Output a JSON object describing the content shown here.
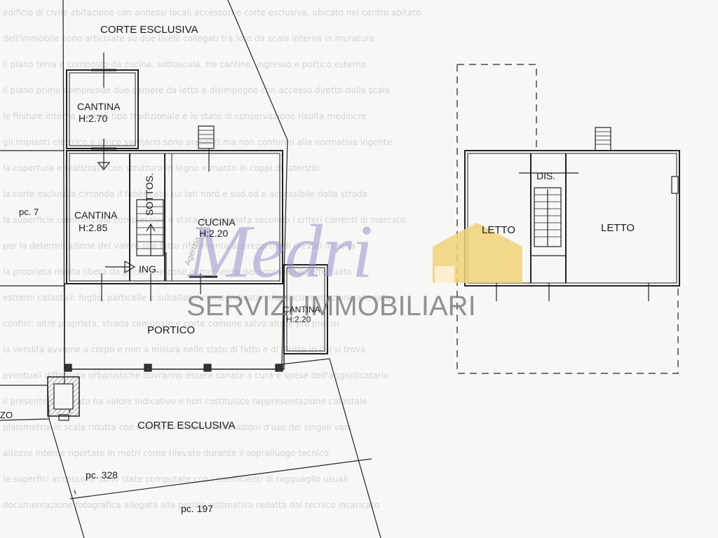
{
  "background_text_lines": [
    "edificio di civile abitazione con annessi locali accessori e corte esclusiva, ubicato nel centro abitato",
    "dell'immobile sono articolate su due livelli collegati tra loro da scala interna in muratura",
    "il piano terra e composto da cucina, sottoscala, tre cantine, ingresso e portico esterno",
    "il piano primo comprende due camere da letto e disimpegno con accesso diretto dalla scala",
    "le finiture interne sono di tipo tradizionale e lo stato di conservazione risulta mediocre",
    "gli impianti elettrico e idrico sanitario sono presenti ma non conformi alla normativa vigente",
    "la copertura e realizzata con struttura in legno e manto in coppi di laterizio",
    "la corte esclusiva circonda il fabbricato sui lati nord e sud ed e accessibile dalla strada",
    "la superficie commerciale complessiva e stata determinata secondo i criteri correnti di mercato",
    "per la determinazione del valore si e fatto riferimento ai prezzi medi rilevati in zona",
    "la proprieta risulta libera da persone e cose al momento del sopralluogo effettuato",
    "estremi catastali: foglio, particelle e subalterni come indicati nella documentazione allegata",
    "confini: altre proprieta, strada comunale e corte comune salvo altri e piu precisi",
    "la vendita avviene a corpo e non a misura nello stato di fatto e di diritto in cui si trova",
    "eventuali difformita urbanistiche dovranno essere sanate a cura e spese dell'aggiudicatario",
    "il presente elaborato ha valore indicativo e non costituisce rappresentazione catastale",
    "planimetria in scala ridotta con indicazione delle destinazioni d'uso dei singoli vani",
    "altezze interne riportate in metri come rilevate durante il sopralluogo tecnico",
    "le superfici accessorie sono state computate con i coefficienti di ragguaglio usuali",
    "documentazione fotografica allegata alla perizia estimativa redatta dal tecnico incaricato"
  ],
  "labels": {
    "corte_top": "CORTE ESCLUSIVA",
    "corte_bottom": "CORTE ESCLUSIVA",
    "cantina1_name": "CANTINA",
    "cantina1_height": "H:2.70",
    "cantina2_name": "CANTINA",
    "cantina2_height": "H:2.85",
    "sottos": "SOTTOS.",
    "cucina_name": "CUCINA",
    "cucina_height": "H:2.20",
    "ing": "ING.",
    "portico": "PORTICO",
    "cantina3_name": "CANTINA",
    "cantina3_height": "H:2.20",
    "pc7": "pc. 7",
    "pc328": "pc. 328",
    "pc197": "pc. 197",
    "pozzo_fragment": "ZO",
    "letto_left": "LETTO",
    "letto_right": "LETTO",
    "dis": "DIS."
  },
  "watermark": {
    "name": "Medri",
    "subtitle": "SERVIZI IMMOBILIARI",
    "agenzia": "Agenzia",
    "colors": {
      "name": "#9c90cc",
      "house": "#f1d27a",
      "subtitle": "#707070"
    }
  }
}
